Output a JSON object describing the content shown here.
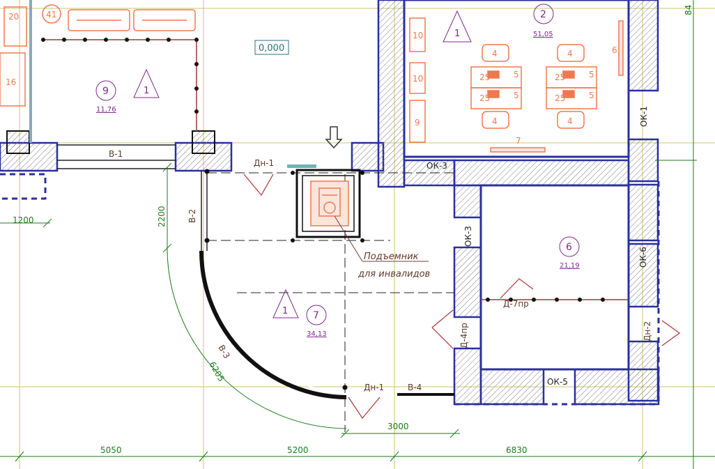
{
  "colors": {
    "wall_outline": "#2b2f9e",
    "hatch": "#6b6b6b",
    "grid": "#c9c76a",
    "dim": "#1a7a1a",
    "furniture": "#f0784f",
    "room_text": "#7d2a8c",
    "label": "#5a3a2a",
    "level_box": "#2a6f7d"
  },
  "level_mark": "0,000",
  "rooms": [
    {
      "number": "9",
      "area": "11,76",
      "zone": "1"
    },
    {
      "number": "2",
      "area": "51,05",
      "zone": "1"
    },
    {
      "number": "6",
      "area": "21,19"
    },
    {
      "number": "7",
      "area": "34,13",
      "zone": "1"
    }
  ],
  "openings": [
    "В-1",
    "В-2",
    "В-3",
    "В-4",
    "Дн-1",
    "Дн-1",
    "Дн-2",
    "Д-4пр",
    "Д-7пр",
    "ОК-1",
    "ОК-3",
    "ОК-3",
    "ОК-5",
    "ОК-6"
  ],
  "furniture_numbers": [
    "20",
    "41",
    "16",
    "10",
    "10",
    "9",
    "6",
    "7",
    "4",
    "4",
    "4",
    "4",
    "25",
    "25",
    "25",
    "25",
    "5",
    "5",
    "5",
    "5"
  ],
  "lift_label": [
    "Подъемник",
    "для инвалидов"
  ],
  "dimensions": {
    "grid_spans": [
      "5050",
      "5200",
      "6830"
    ],
    "door_width": "3000",
    "vertical": "2200",
    "ramp_width": "1200",
    "arc_radius": "6205",
    "edge": "84"
  }
}
